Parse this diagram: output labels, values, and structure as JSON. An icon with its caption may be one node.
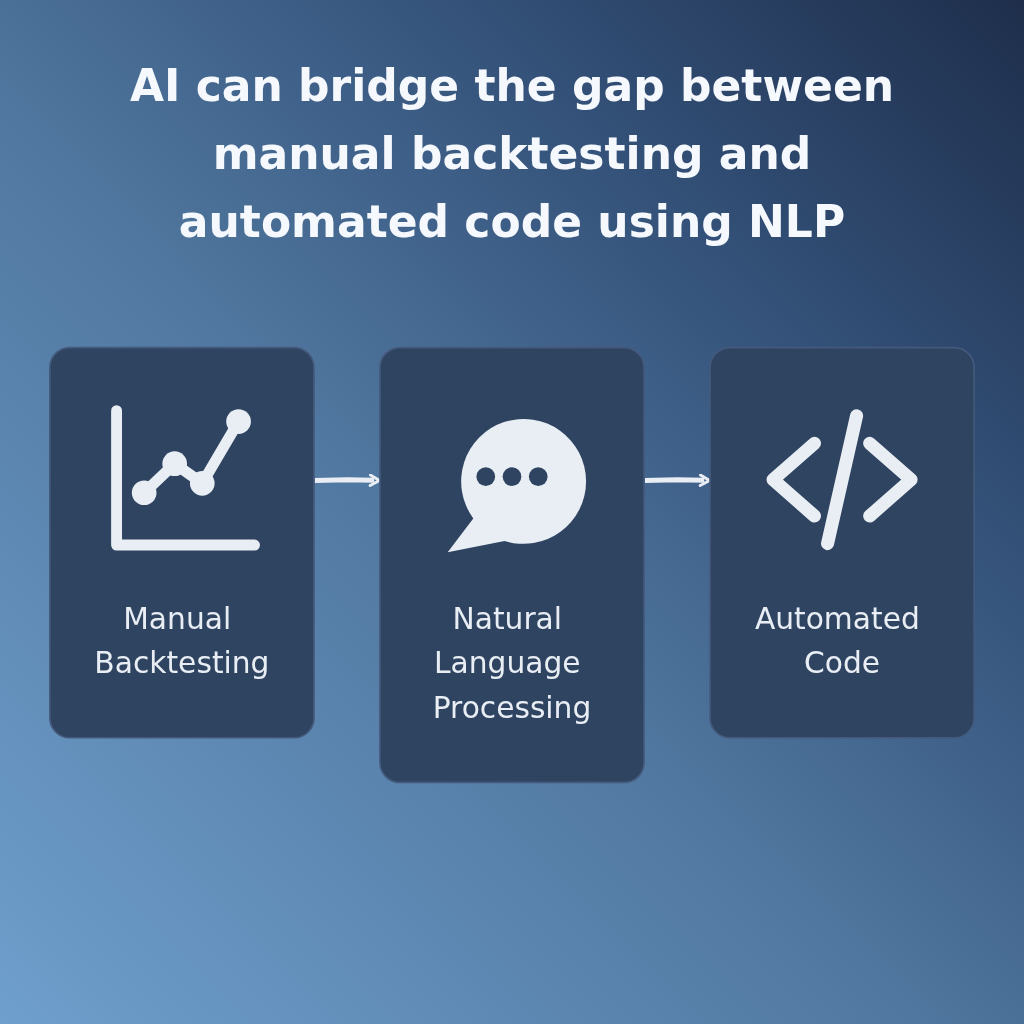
{
  "diagram": {
    "title": "AI can bridge the gap between manual backtesting and automated code using NLP",
    "nodes": [
      {
        "text": [
          "Manual Backtesting"
        ]
      },
      {
        "text": [
          "Natural Language Processing"
        ]
      },
      {
        "text": [
          "Automated Code"
        ]
      }
    ],
    "edges": [
      {
        "from": 0,
        "to": 1,
        "arrow": "to"
      },
      {
        "from": 1,
        "to": 2,
        "arrow": "to"
      }
    ]
  }
}
